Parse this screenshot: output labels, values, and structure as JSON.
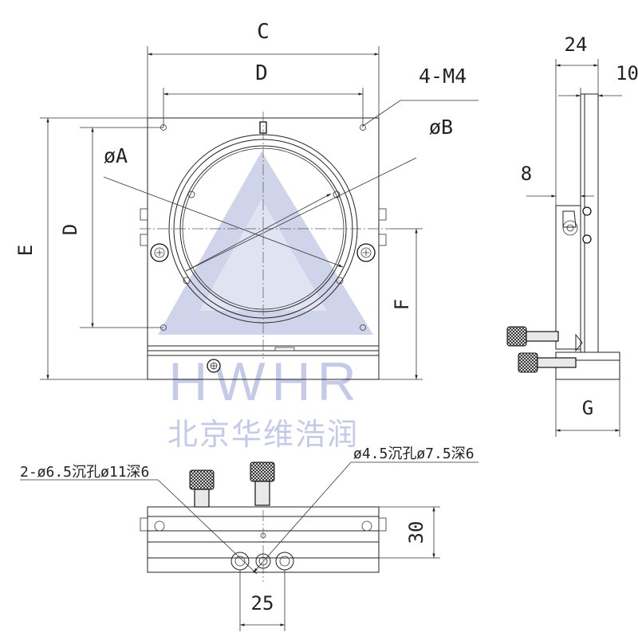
{
  "labels": {
    "C": "C",
    "D_top": "D",
    "hole_spec_top": "4-M4",
    "phi_B": "øB",
    "phi_A": "øA",
    "D_left": "D",
    "E": "E",
    "F": "F",
    "side_24": "24",
    "side_10": "10",
    "side_8": "8",
    "G": "G",
    "bottom_left_spec": "2-ø6.5沉孔ø11深6",
    "bottom_right_spec": "ø4.5沉孔ø7.5深6",
    "dim_30": "30",
    "dim_25": "25"
  },
  "watermark": {
    "brand": "HWHR",
    "company": "北京华维浩润"
  },
  "colors": {
    "line": "#222222",
    "watermark": "#c5cae9"
  }
}
